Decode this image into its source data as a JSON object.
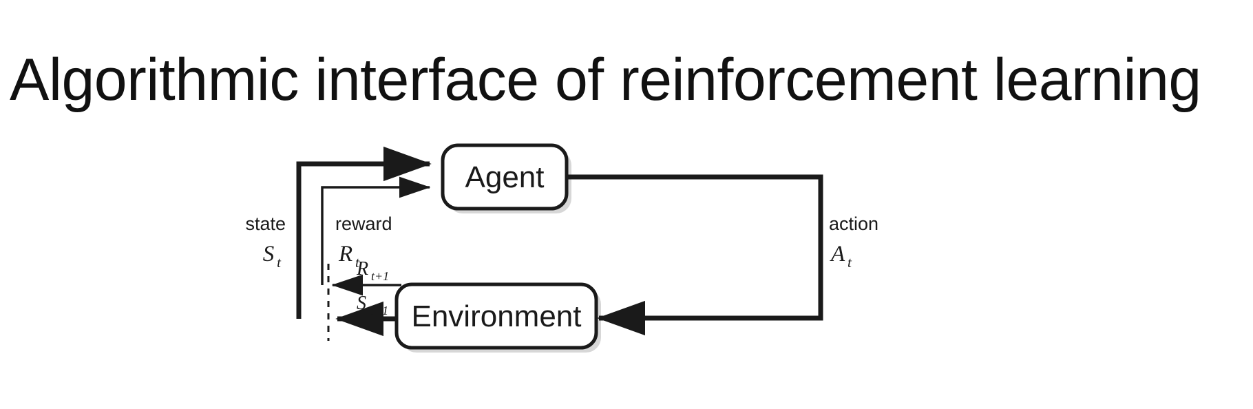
{
  "slide": {
    "title": "Algorithmic interface of reinforcement learning",
    "background_color": "#ffffff",
    "text_color": "#1a1a1a"
  },
  "diagram": {
    "type": "agent-environment-loop",
    "nodes": [
      {
        "id": "agent",
        "label": "Agent",
        "shape": "rounded-rect"
      },
      {
        "id": "environment",
        "label": "Environment",
        "shape": "rounded-rect"
      }
    ],
    "edges": [
      {
        "id": "state-feedback",
        "from": "environment",
        "to": "agent",
        "name_label": "state",
        "symbol_base": "S",
        "symbol_sub": "t",
        "stroke": "thick"
      },
      {
        "id": "reward-feedback",
        "from": "environment",
        "to": "agent",
        "name_label": "reward",
        "symbol_base": "R",
        "symbol_sub": "t",
        "stroke": "thin"
      },
      {
        "id": "action",
        "from": "agent",
        "to": "environment",
        "name_label": "action",
        "symbol_base": "A",
        "symbol_sub": "t",
        "stroke": "thick"
      },
      {
        "id": "next-reward",
        "from": "environment",
        "to": "time-boundary",
        "symbol_base": "R",
        "symbol_sub": "t+1",
        "stroke": "thin"
      },
      {
        "id": "next-state",
        "from": "environment",
        "to": "time-boundary",
        "symbol_base": "S",
        "symbol_sub": "t+1",
        "stroke": "thick"
      }
    ],
    "time_boundary": {
      "id": "time-boundary",
      "style": "dashed-vertical-line"
    },
    "labels": {
      "state": "state",
      "state_symbol": "S",
      "state_symbol_sub": "t",
      "reward": "reward",
      "reward_symbol": "R",
      "reward_symbol_sub": "t",
      "action": "action",
      "action_symbol": "A",
      "action_symbol_sub": "t",
      "next_reward_symbol": "R",
      "next_reward_symbol_sub": "t+1",
      "next_state_symbol": "S",
      "next_state_symbol_sub": "t+1",
      "agent": "Agent",
      "environment": "Environment"
    },
    "colors": {
      "stroke": "#1a1a1a",
      "box_fill": "#ffffff",
      "shadow": "#8c8c8c"
    }
  }
}
